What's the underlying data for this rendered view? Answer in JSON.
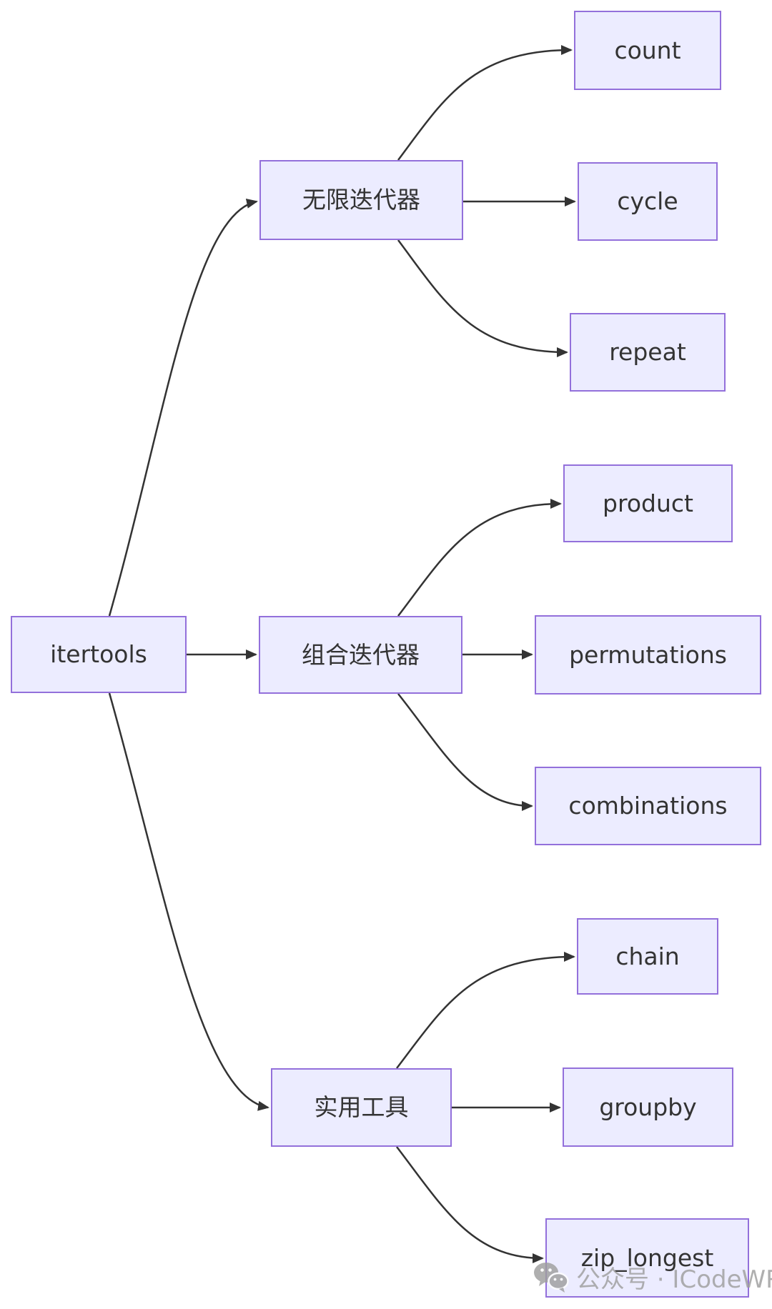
{
  "diagram": {
    "type": "flowchart",
    "direction": "left-to-right",
    "topic": "itertools module structure",
    "hierarchy": {
      "root": "itertools",
      "branches": [
        {
          "category": "无限迭代器",
          "children": [
            "count",
            "cycle",
            "repeat"
          ]
        },
        {
          "category": "组合迭代器",
          "children": [
            "product",
            "permutations",
            "combinations"
          ]
        },
        {
          "category": "实用工具",
          "children": [
            "chain",
            "groupby",
            "zip_longest"
          ]
        }
      ]
    }
  },
  "nodes": {
    "itertools": {
      "label": "itertools"
    },
    "infinite": {
      "label": "无限迭代器"
    },
    "combinatoric": {
      "label": "组合迭代器"
    },
    "utility": {
      "label": "实用工具"
    },
    "count": {
      "label": "count"
    },
    "cycle": {
      "label": "cycle"
    },
    "repeat": {
      "label": "repeat"
    },
    "product": {
      "label": "product"
    },
    "permutations": {
      "label": "permutations"
    },
    "combinations": {
      "label": "combinations"
    },
    "chain": {
      "label": "chain"
    },
    "groupby": {
      "label": "groupby"
    },
    "zip_longest": {
      "label": "zip_longest"
    }
  },
  "edges": [
    {
      "from": "itertools",
      "to": "无限迭代器"
    },
    {
      "from": "itertools",
      "to": "组合迭代器"
    },
    {
      "from": "itertools",
      "to": "实用工具"
    },
    {
      "from": "无限迭代器",
      "to": "count"
    },
    {
      "from": "无限迭代器",
      "to": "cycle"
    },
    {
      "from": "无限迭代器",
      "to": "repeat"
    },
    {
      "from": "组合迭代器",
      "to": "product"
    },
    {
      "from": "组合迭代器",
      "to": "permutations"
    },
    {
      "from": "组合迭代器",
      "to": "combinations"
    },
    {
      "from": "实用工具",
      "to": "chain"
    },
    {
      "from": "实用工具",
      "to": "groupby"
    },
    {
      "from": "实用工具",
      "to": "zip_longest"
    }
  ],
  "watermark": {
    "icon": "wechat-icon",
    "text": "公众号 · ICodeWR"
  },
  "colors": {
    "background": "#ffffff",
    "node_fill": "#ECECFF",
    "node_border": "#9370DB",
    "node_text": "#333333",
    "edge": "#333333",
    "watermark": "#9e9e9e"
  }
}
